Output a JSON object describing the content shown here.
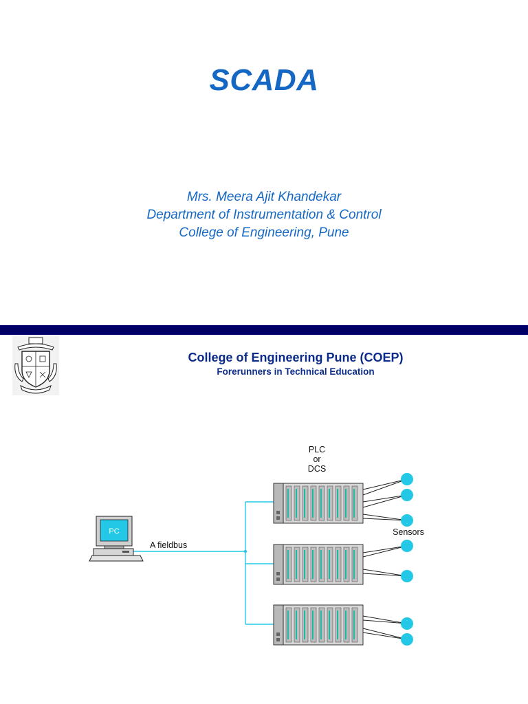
{
  "slide": {
    "title": "SCADA",
    "author_lines": [
      "Mrs. Meera Ajit Khandekar",
      "Department of Instrumentation & Control",
      "College of Engineering, Pune"
    ]
  },
  "header": {
    "college_name": "College of Engineering Pune (COEP)",
    "tagline": "Forerunners in Technical Education"
  },
  "diagram": {
    "controller_label_lines": [
      "PLC",
      "or",
      "DCS"
    ],
    "pc_label": "PC",
    "bus_label": "A fieldbus",
    "sensors_label": "Sensors"
  },
  "colors": {
    "title": "#1567c4",
    "divider": "#000066",
    "heading": "#0b2b8a",
    "wire": "#22c8e6",
    "sensor": "#22c8e6"
  }
}
